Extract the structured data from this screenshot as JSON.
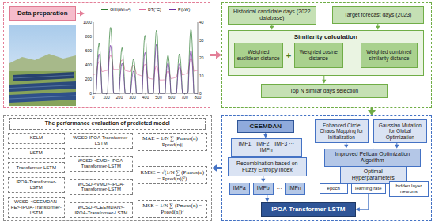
{
  "diagram": {
    "nodes": [
      {
        "text": []
      },
      {
        "text": [
          "Data preparation"
        ],
        "in": 0
      },
      {
        "text": []
      },
      {
        "text": [
          "Historical candidate days (2022 database)"
        ],
        "in": 2
      },
      {
        "text": [
          "Target forecast days (2023)"
        ],
        "in": 2
      },
      {
        "text": [
          "Similarity calculation"
        ],
        "in": 2
      },
      {
        "text": [
          "Weighted euclidean distance"
        ],
        "in": 5
      },
      {
        "text": [
          "Weighted cosine distance"
        ],
        "in": 5
      },
      {
        "text": [
          "Weighted combined similarity distance"
        ],
        "in": 5
      },
      {
        "text": [
          "Top N similar days selection"
        ],
        "in": 2
      },
      {
        "text": []
      },
      {
        "text": [
          "The performance evaluation of predicted model"
        ],
        "in": 10
      },
      {
        "text": [
          "KELM"
        ],
        "in": 10
      },
      {
        "text": [
          "WCSD-IPOA-Transformer-LSTM"
        ],
        "in": 10
      },
      {
        "text": [
          "MAE = 1/N ∑ |Pmeas(n) − Ppred(n)|"
        ],
        "in": 10
      },
      {
        "text": [
          "LSTM"
        ],
        "in": 10
      },
      {
        "text": [
          "WCSD-<EMD>-IPOA-Transformer-LSTM"
        ],
        "in": 10
      },
      {
        "text": [
          "RMSE = √(1/N ∑ (Pmeas(n) − Ppred(n))²)"
        ],
        "in": 10
      },
      {
        "text": [
          "Transformer-LSTM"
        ],
        "in": 10
      },
      {
        "text": [
          "WCSD-<VMD>-IPOA-Transformer-LSTM"
        ],
        "in": 10
      },
      {
        "text": [
          "MSE = 1/N ∑ (Pmeas(n) − Ppred(n))²"
        ],
        "in": 10
      },
      {
        "text": [
          "IPOA-Transformer-LSTM"
        ],
        "in": 10
      },
      {
        "text": [
          "WCSD-<CEEMDAN>-IPOA-Transformer-LSTM"
        ],
        "in": 10
      },
      {
        "text": [
          "WCSD-<CEEMDAN-FE>-IPOA-Transformer-LSTM"
        ],
        "in": 10
      },
      {
        "text": []
      },
      {
        "text": [
          "CEEMDAN"
        ],
        "in": 24
      },
      {
        "text": [
          "IMF1、IMF2、IMF3 ··· IMFn"
        ],
        "in": 24
      },
      {
        "text": [
          "Recombination based on Fuzzy Entropy Index"
        ],
        "in": 24
      },
      {
        "text": [
          "IMFa"
        ],
        "in": 24
      },
      {
        "text": [
          "IMFb"
        ],
        "in": 24
      },
      {
        "text": [
          "IMFn"
        ],
        "in": 24
      },
      {
        "text": [
          "Enhanced Circle Chaos Mapping for Initialization"
        ],
        "in": 24
      },
      {
        "text": [
          "Gaussian Mutation for Global Optimization"
        ],
        "in": 24
      },
      {
        "text": [
          "Improved Pelican Optimization Algorithm"
        ],
        "in": 24
      },
      {
        "text": [
          "Optimal Hyperparameters"
        ],
        "in": 24
      },
      {
        "text": [
          "epoch"
        ],
        "in": 24
      },
      {
        "text": [
          "learning rate"
        ],
        "in": 24
      },
      {
        "text": [
          "hidden layer neurons"
        ],
        "in": 24
      },
      {
        "text": [
          "IPOA-Transformer-LSTM"
        ],
        "in": 24
      }
    ],
    "edges": [
      {
        "from": 0,
        "to": 2,
        "arrow": "to"
      },
      {
        "from": 2,
        "to": 24,
        "arrow": "to"
      },
      {
        "from": 24,
        "to": 10,
        "arrow": "to"
      },
      {
        "from": 3,
        "to": 5,
        "arrow": "to"
      },
      {
        "from": 4,
        "to": 5,
        "arrow": "to"
      },
      {
        "from": 7,
        "to": 8,
        "arrow": "to"
      },
      {
        "from": 5,
        "to": 9,
        "arrow": "to"
      },
      {
        "from": 25,
        "to": 26,
        "arrow": "to"
      },
      {
        "from": 26,
        "to": 27,
        "arrow": "to"
      },
      {
        "from": 27,
        "to": 29,
        "arrow": "to"
      },
      {
        "from": 29,
        "to": 38,
        "arrow": "to"
      },
      {
        "from": 31,
        "to": 33,
        "arrow": "to"
      },
      {
        "from": 32,
        "to": 33,
        "arrow": "to"
      },
      {
        "from": 33,
        "to": 34,
        "arrow": "to"
      },
      {
        "from": 34,
        "to": 35,
        "arrow": "none"
      },
      {
        "from": 34,
        "to": 36,
        "arrow": "none"
      },
      {
        "from": 34,
        "to": 37,
        "arrow": "none"
      },
      {
        "from": 36,
        "to": 38,
        "arrow": "to"
      }
    ],
    "labels": [
      "0",
      "100",
      "200",
      "300",
      "400",
      "500",
      "600",
      "700",
      "800",
      "0",
      "200",
      "400",
      "600",
      "800",
      "1000",
      "0",
      "10",
      "20",
      "30",
      "40",
      "+",
      "···"
    ],
    "legend": [
      {
        "text": "GHI(W/m²)"
      },
      {
        "text": "BT(°C)"
      },
      {
        "text": "P(kW)"
      }
    ]
  }
}
